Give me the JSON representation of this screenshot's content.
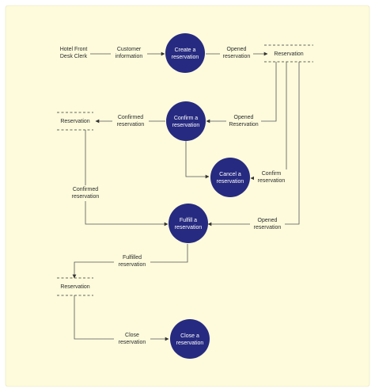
{
  "diagram": {
    "colors": {
      "background": "#fdfbdc",
      "process": "#262a80",
      "line": "#555555",
      "text": "#2b2b2b"
    },
    "entity": {
      "line1": "Hotel Front",
      "line2": "Desk Clerk"
    },
    "processes": {
      "create": {
        "line1": "Create a",
        "line2": "reservation"
      },
      "confirm": {
        "line1": "Confirm a",
        "line2": "reservation"
      },
      "cancel": {
        "line1": "Cancel a",
        "line2": "reservation"
      },
      "fulfill": {
        "line1": "Fulfill a",
        "line2": "reservation"
      },
      "close": {
        "line1": "Close a",
        "line2": "reservation"
      }
    },
    "stores": {
      "top": "Reservation",
      "left": "Reservation",
      "bottom": "Reservation"
    },
    "flows": {
      "customer_info": {
        "line1": "Customer",
        "line2": "information"
      },
      "opened_1": {
        "line1": "Opened",
        "line2": "reservation"
      },
      "opened_2": {
        "line1": "Opened",
        "line2": "Reservation"
      },
      "confirmed_1": {
        "line1": "Confirmed",
        "line2": "reservation"
      },
      "confirm_cancel": {
        "line1": "Confirm",
        "line2": "reservation"
      },
      "confirmed_2": {
        "line1": "Confirmed",
        "line2": "reservation"
      },
      "opened_3": {
        "line1": "Opened",
        "line2": "reservation"
      },
      "fulfilled": {
        "line1": "Fulfilled",
        "line2": "reservation"
      },
      "close": {
        "line1": "Close",
        "line2": "reservation"
      }
    }
  }
}
